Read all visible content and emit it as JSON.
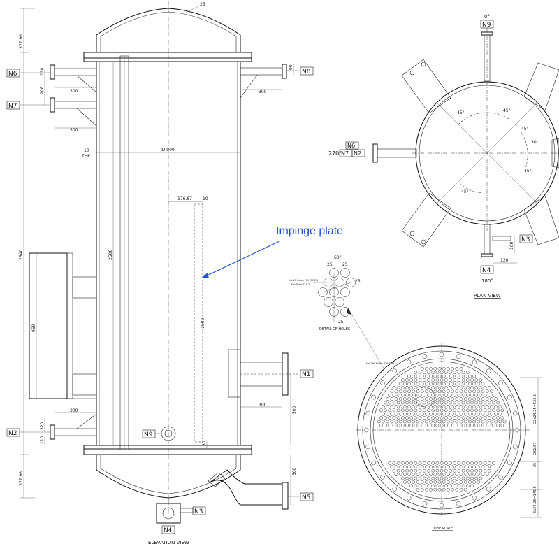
{
  "annotation": {
    "text": "Impinge plate",
    "color": "#2255cc"
  },
  "elevation": {
    "title": "ELEVATION VIEW",
    "nozzles": {
      "n6": "N6",
      "n7": "N7",
      "n8": "N8",
      "n2": "N2",
      "n1": "N1",
      "n5": "N5",
      "n9": "N9",
      "n3": "N3",
      "n4": "N4"
    },
    "dims": {
      "head_top": "377.96",
      "head_bottom": "377.96",
      "overall": "2540",
      "shell": "2500",
      "n6_ht": "110",
      "n7_ht": "208",
      "n6_len": "300",
      "n7_len": "300",
      "n8_ht": "90",
      "n8_len": "300",
      "thk": "10",
      "thk_lbl": "THK.",
      "id": "ID 900",
      "plate_w": "176.87",
      "plate_gap": "10",
      "plate_len": "1500",
      "plate_bot": "30",
      "n2_ht": "320",
      "n2_bot": "110",
      "n2_len": "300",
      "support_ht": "950",
      "n1_len": "300",
      "n1_ht": "500",
      "n5_ht": "300",
      "top_angle": "25"
    }
  },
  "plan": {
    "title": "PLAN VIEW",
    "labels": {
      "deg0": "0°",
      "deg180": "180°",
      "deg270": "270°",
      "n9": "N9",
      "n6": "N6",
      "n7": "N7",
      "n2": "N2",
      "n3": "N3",
      "n4": "N4"
    },
    "dims": {
      "a1": "45°",
      "a2": "45°",
      "a3": "45°",
      "a4": "45°",
      "a5": "45°",
      "a6": "30",
      "n3_ht": "100",
      "n4_len": "120"
    }
  },
  "detail": {
    "title": "DETAIL OF HOLES",
    "note1": "No.19 Holes ?19 (RF49)",
    "note2": "For Tube ?19.2",
    "dims": {
      "pitch": "60°",
      "d1": "25",
      "d2": "25",
      "d3": "25",
      "d4": "25"
    }
  },
  "tubeplate": {
    "title": "TUBE PLATE",
    "note": "No.299 Holes ?19 (?25)",
    "dims": {
      "v1": "22x24.25=533.5",
      "v2": "251.87",
      "v3": "25",
      "v4": "6x24.25=145.5"
    }
  }
}
